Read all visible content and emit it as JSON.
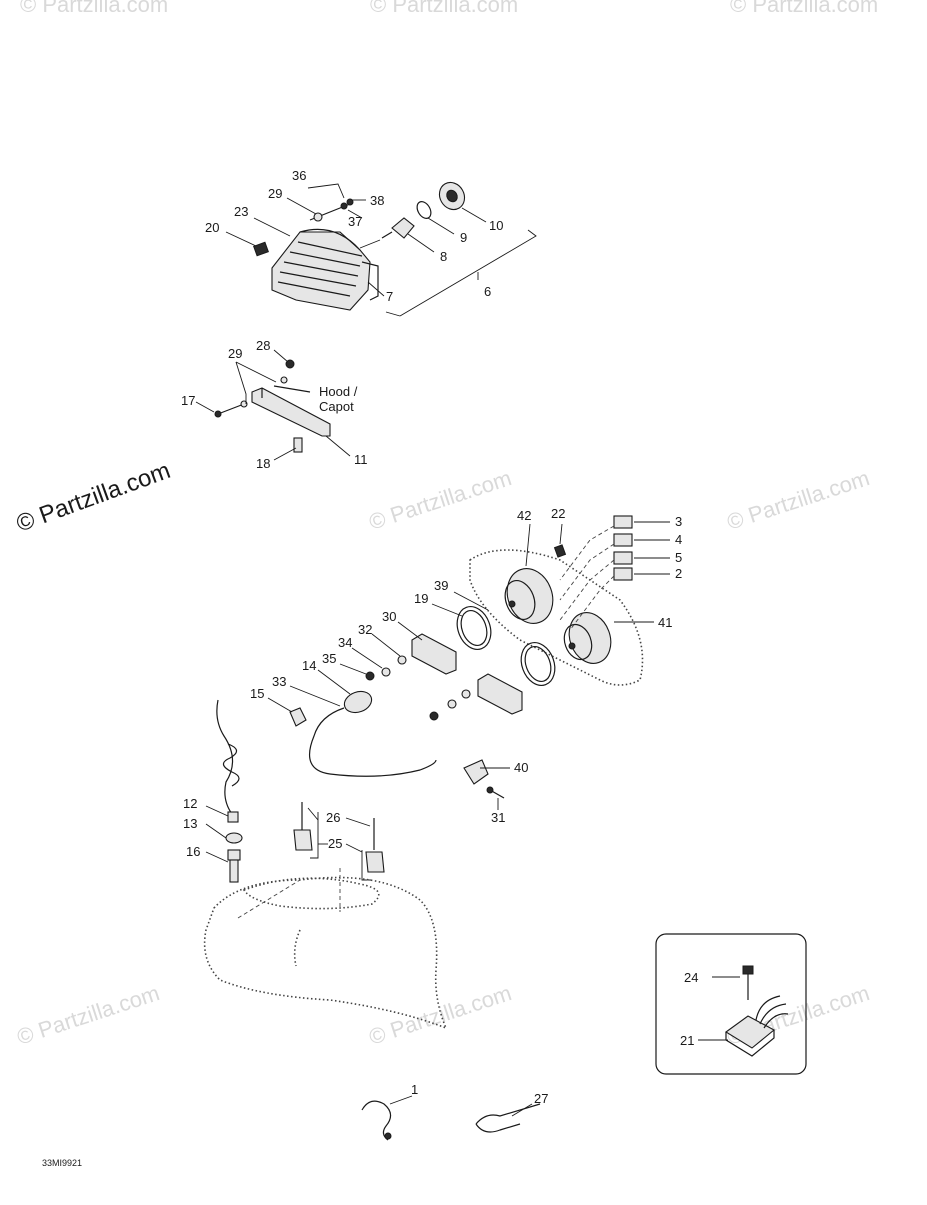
{
  "watermarks": {
    "main": "© Partzilla.com",
    "faint": "© Partzilla.com"
  },
  "diagram_code": "33MI9921",
  "hood_label_line1": "Hood /",
  "hood_label_line2": "Capot",
  "callouts": {
    "c1": "1",
    "c2": "2",
    "c3": "3",
    "c4": "4",
    "c5": "5",
    "c6": "6",
    "c7": "7",
    "c8": "8",
    "c9": "9",
    "c10": "10",
    "c11": "11",
    "c12": "12",
    "c13": "13",
    "c14": "14",
    "c15": "15",
    "c16": "16",
    "c17": "17",
    "c18": "18",
    "c19": "19",
    "c20": "20",
    "c21": "21",
    "c22": "22",
    "c23": "23",
    "c24": "24",
    "c25": "25",
    "c26": "26",
    "c27": "27",
    "c28": "28",
    "c29a": "29",
    "c29b": "29",
    "c30": "30",
    "c31": "31",
    "c32": "32",
    "c33": "33",
    "c34": "34",
    "c35": "35",
    "c36": "36",
    "c37": "37",
    "c38": "38",
    "c39": "39",
    "c40": "40",
    "c41": "41",
    "c42": "42"
  }
}
